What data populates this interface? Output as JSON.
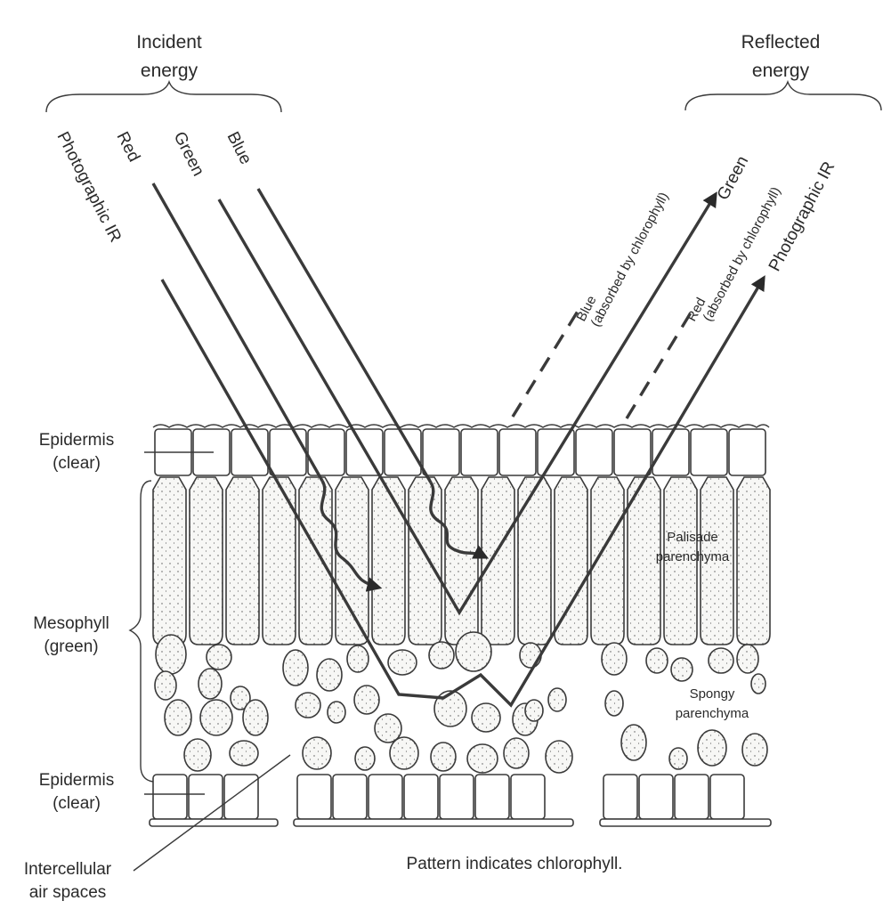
{
  "headings": {
    "incident": [
      "Incident",
      "energy"
    ],
    "reflected": [
      "Reflected",
      "energy"
    ]
  },
  "incident_rays": {
    "ir": "Photographic IR",
    "red": "Red",
    "green": "Green",
    "blue": "Blue"
  },
  "reflected_rays": {
    "blue_absorbed": [
      "Blue",
      "(absorbed by chlorophyll)"
    ],
    "green": "Green",
    "red_absorbed": [
      "Red",
      "(absorbed by chlorophyll)"
    ],
    "ir": "Photographic IR"
  },
  "layers": {
    "upper_epidermis": [
      "Epidermis",
      "(clear)"
    ],
    "mesophyll": [
      "Mesophyll",
      "(green)"
    ],
    "lower_epidermis": [
      "Epidermis",
      "(clear)"
    ],
    "air_spaces": [
      "Intercellular",
      "air spaces"
    ],
    "palisade": [
      "Palisade",
      "parenchyma"
    ],
    "spongy": [
      "Spongy",
      "parenchyma"
    ]
  },
  "caption": "Pattern indicates chlorophyll.",
  "colors": {
    "ink": "#2a2a2a",
    "cell_fill": "#f7f7f5",
    "stipple": "#555555"
  }
}
